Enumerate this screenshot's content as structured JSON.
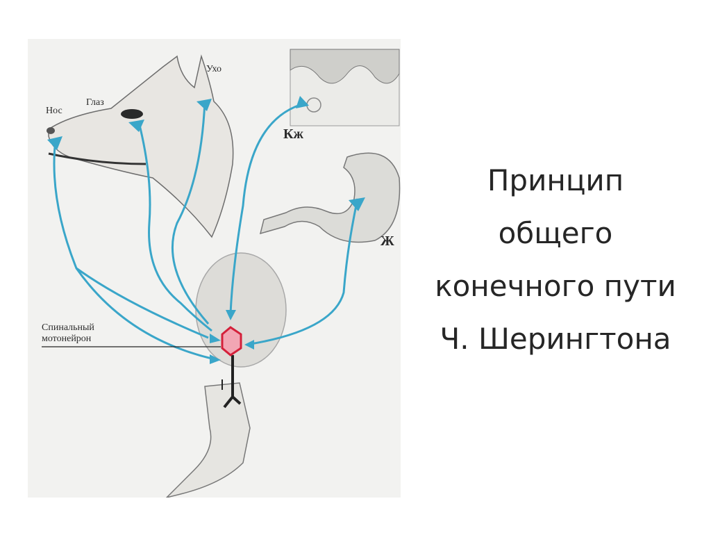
{
  "slide": {
    "title_lines": [
      "Принцип",
      "общего",
      "конечного пути",
      "Ч. Шерингтона"
    ]
  },
  "diagram": {
    "labels": {
      "nose": "Нос",
      "eye": "Глаз",
      "ear": "Ухо",
      "skin": "Кж",
      "stomach": "Ж",
      "neuron_line1": "Спинальный",
      "neuron_line2": "мотонейрон"
    },
    "colors": {
      "pathway": "#3aa6c9",
      "neuron_fill": "#f2a6b4",
      "neuron_outline": "#d4203a",
      "background": "#f2f2f0"
    }
  }
}
